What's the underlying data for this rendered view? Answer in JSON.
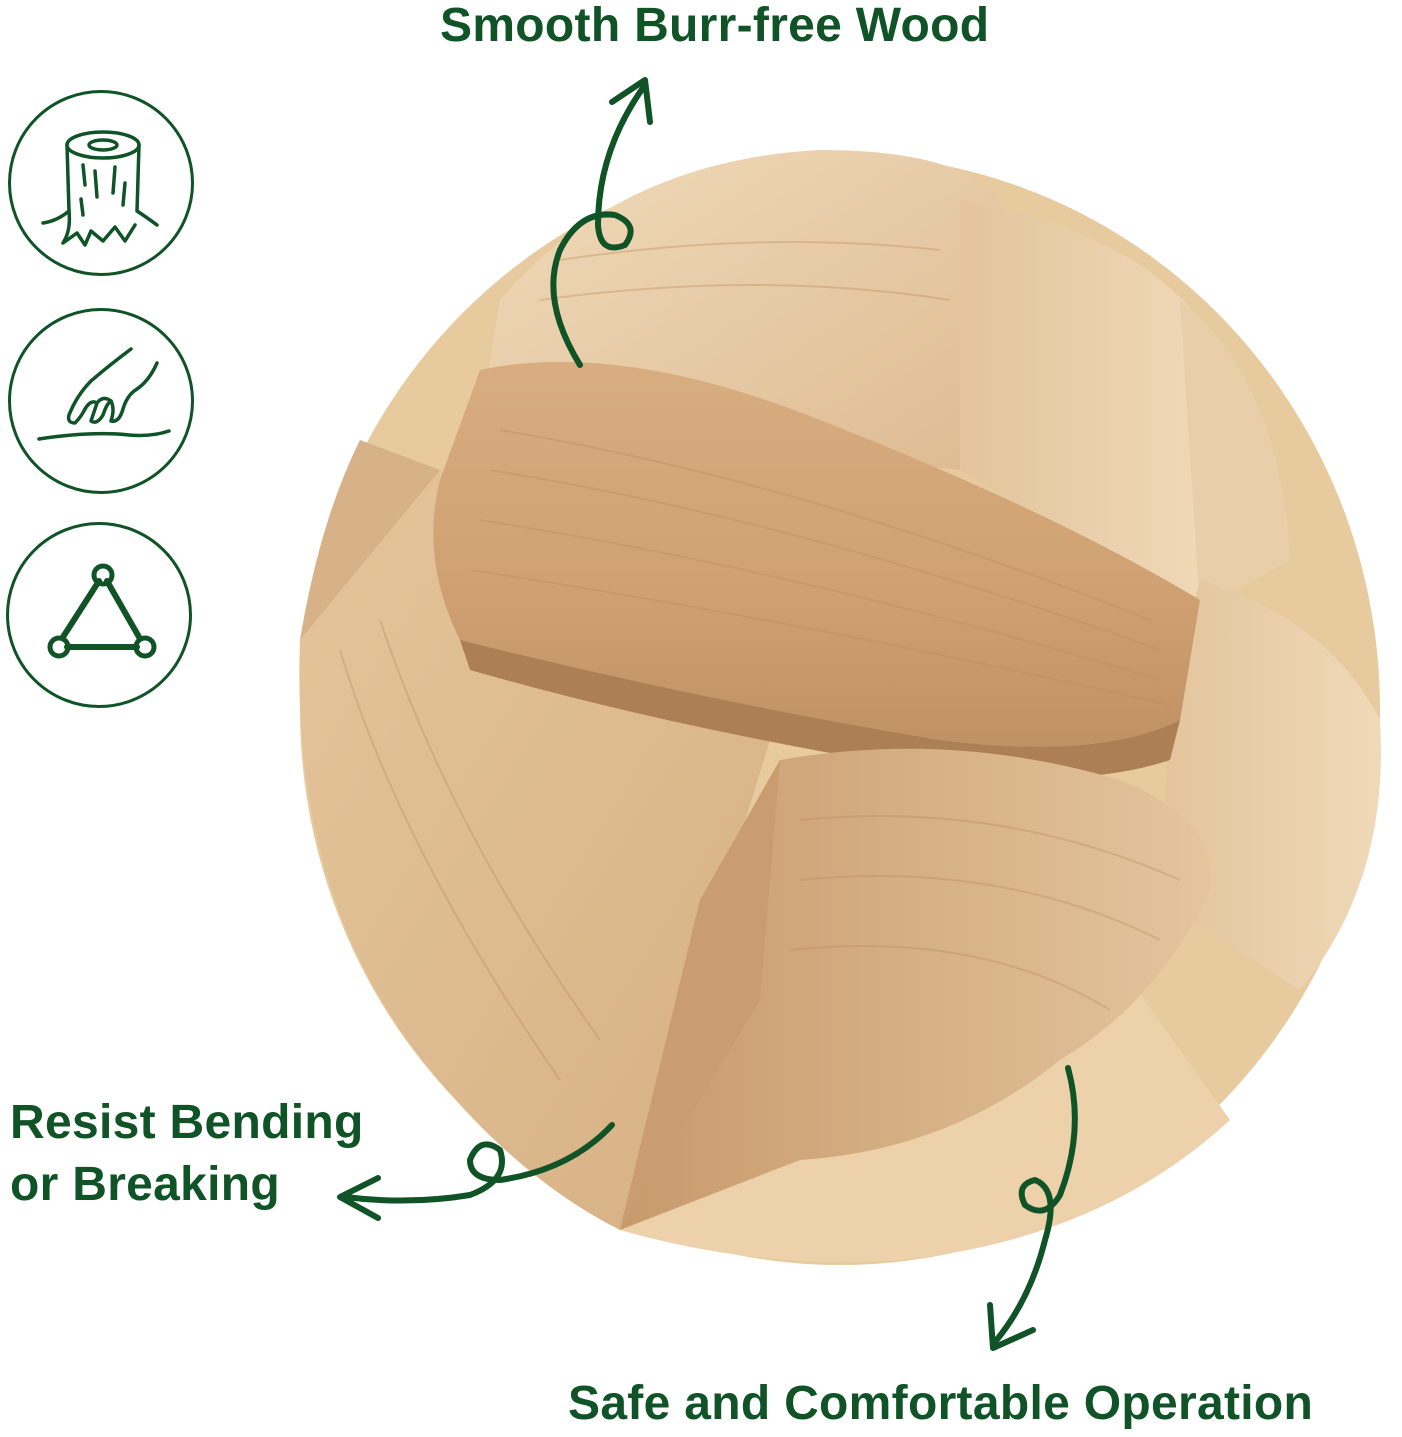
{
  "captions": {
    "top": "Smooth Burr-free Wood",
    "left_line1": "Resist Bending",
    "left_line2": "or Breaking",
    "bottom": "Safe and Comfortable Operation"
  },
  "icons": {
    "wood": "tree-stump-icon",
    "touch": "hand-touching-surface-icon",
    "strength": "triangle-structure-icon"
  },
  "colors": {
    "accent": "#0f5326",
    "wood_light": "#ecd3b0",
    "wood_mid": "#d9b48a",
    "wood_dark": "#b98e63"
  }
}
